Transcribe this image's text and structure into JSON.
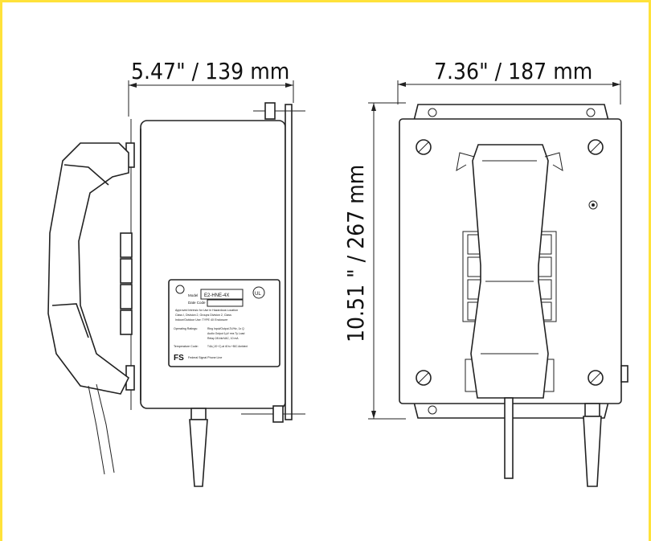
{
  "colors": {
    "frame": "#ffe23a",
    "ink": "#222222"
  },
  "dimensions": {
    "depth": "5.47\" / 139 mm",
    "width": "7.36\" / 187 mm",
    "height": "10.51 \" / 267 mm"
  },
  "label": {
    "model_label": "Model",
    "model_value": "E2-HNE-4X",
    "date_code": "Date Code",
    "hazardous_1": "Approved Intrinsic for Use in Hazardous Location",
    "hazardous_2": "Class I, Division 2, Groups   Division 2, Class",
    "hazardous_3": "Indoor/Outdoor Use: TYPE 4X Enclosure",
    "ratings_label": "Operating Ratings:",
    "ratings_1": "Ring Input/Output 2V/Hz, 1x Q",
    "ratings_2": "Audio Output 1µV rms Ty Load",
    "ratings_3": "Relay 24Vdc/VAC, 10 mA",
    "temp_label": "Temperature Code:",
    "temp_value": "T4A (-20~C) at 40 to +50C Ambient",
    "footer": "Federal Signal Phone Line",
    "logo": "FS",
    "cert": "UL"
  }
}
